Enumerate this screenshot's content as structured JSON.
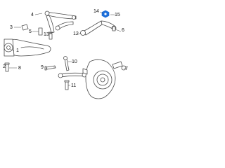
{
  "diagram": {
    "callouts": [
      {
        "id": "c1",
        "text": "1"
      },
      {
        "id": "c2",
        "text": "2"
      },
      {
        "id": "c3",
        "text": "3"
      },
      {
        "id": "c4",
        "text": "4"
      },
      {
        "id": "c5",
        "text": "5"
      },
      {
        "id": "c6",
        "text": "6"
      },
      {
        "id": "c7",
        "text": "7"
      },
      {
        "id": "c8",
        "text": "8"
      },
      {
        "id": "c9",
        "text": "9"
      },
      {
        "id": "c10",
        "text": "10"
      },
      {
        "id": "c11",
        "text": "11"
      },
      {
        "id": "c12",
        "text": "12"
      },
      {
        "id": "c13",
        "text": "13"
      },
      {
        "id": "c14",
        "text": "14"
      },
      {
        "id": "c15",
        "text": "15"
      }
    ],
    "colors": {
      "line": "#4a4a4a",
      "fill": "#ffffff",
      "highlight": "#1e6fd9",
      "text": "#111111"
    }
  }
}
